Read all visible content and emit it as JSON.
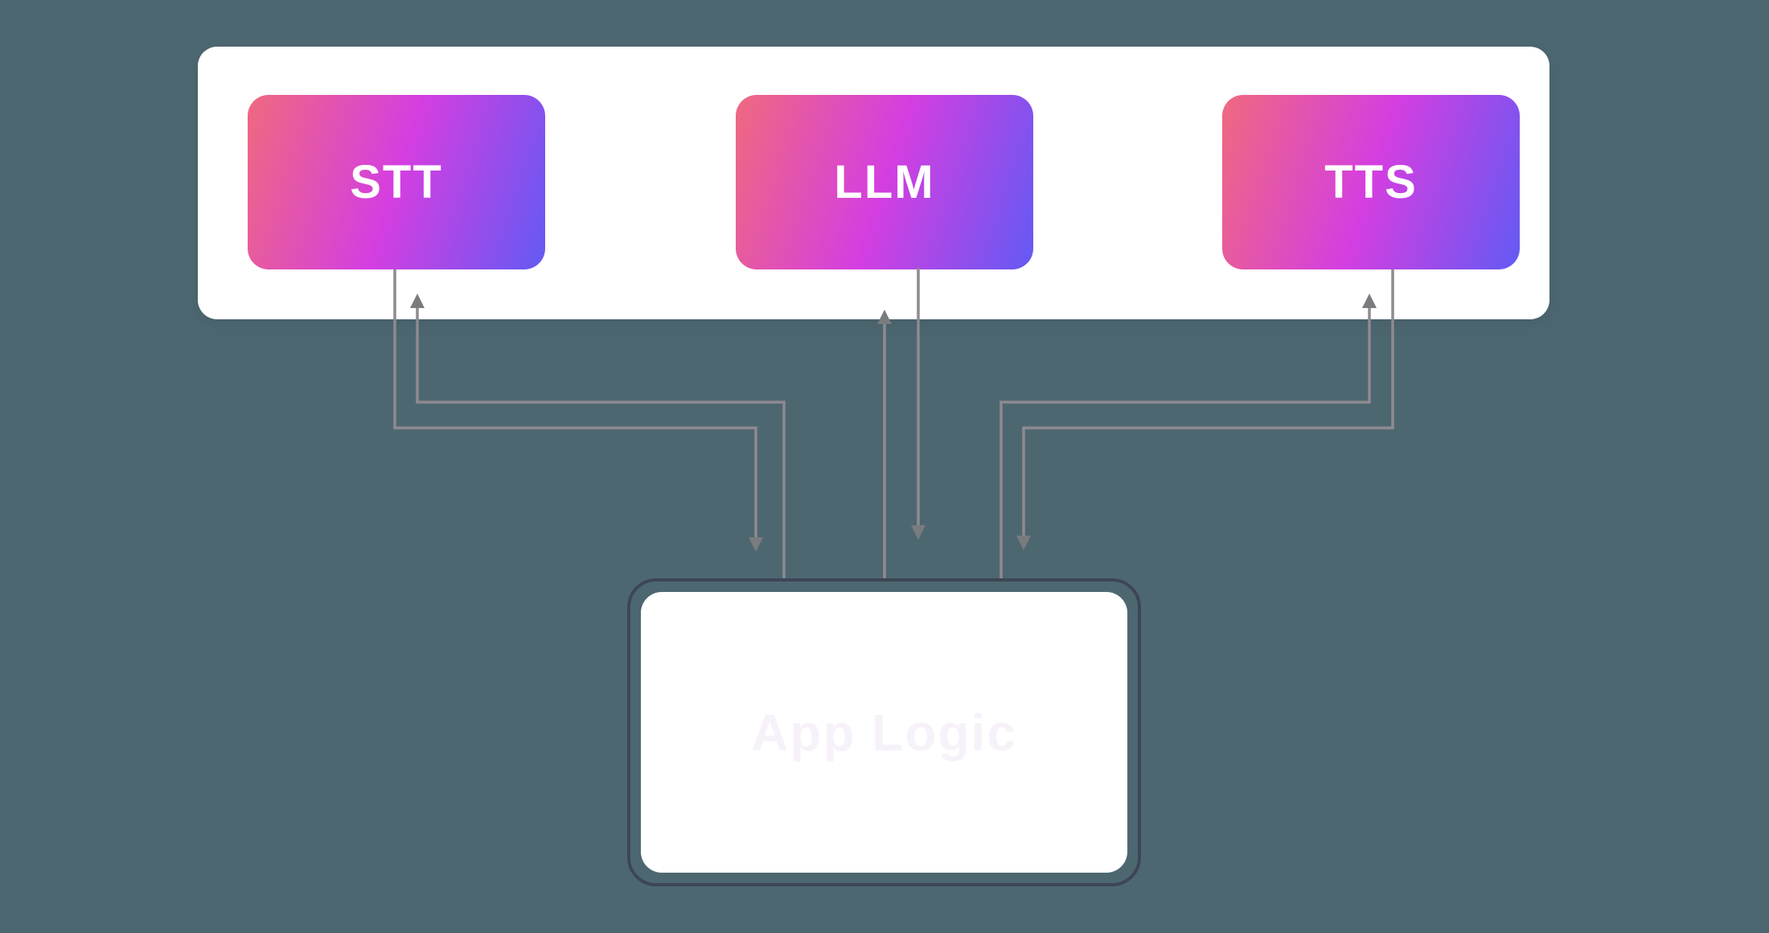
{
  "diagram": {
    "nodes": {
      "stt": {
        "label": "STT"
      },
      "llm": {
        "label": "LLM"
      },
      "tts": {
        "label": "TTS"
      },
      "app_logic": {
        "label": "App Logic"
      }
    },
    "connections": [
      {
        "from": "stt",
        "to": "app_logic",
        "direction": "down"
      },
      {
        "from": "app_logic",
        "to": "stt",
        "direction": "up"
      },
      {
        "from": "llm",
        "to": "app_logic",
        "direction": "down"
      },
      {
        "from": "app_logic",
        "to": "llm",
        "direction": "up"
      },
      {
        "from": "tts",
        "to": "app_logic",
        "direction": "down"
      },
      {
        "from": "app_logic",
        "to": "tts",
        "direction": "up"
      }
    ],
    "colors": {
      "background": "#4d6771",
      "panel": "#ffffff",
      "node_gradient_start": "#f0697f",
      "node_gradient_mid": "#d43ee1",
      "node_gradient_end": "#635af3",
      "node_text": "#ffffff",
      "app_border": "#3d4654",
      "app_fill": "#ffffff",
      "app_text": "#f7f2fa",
      "connector": "#8e8a90",
      "arrowhead": "#7a7b7e"
    }
  }
}
